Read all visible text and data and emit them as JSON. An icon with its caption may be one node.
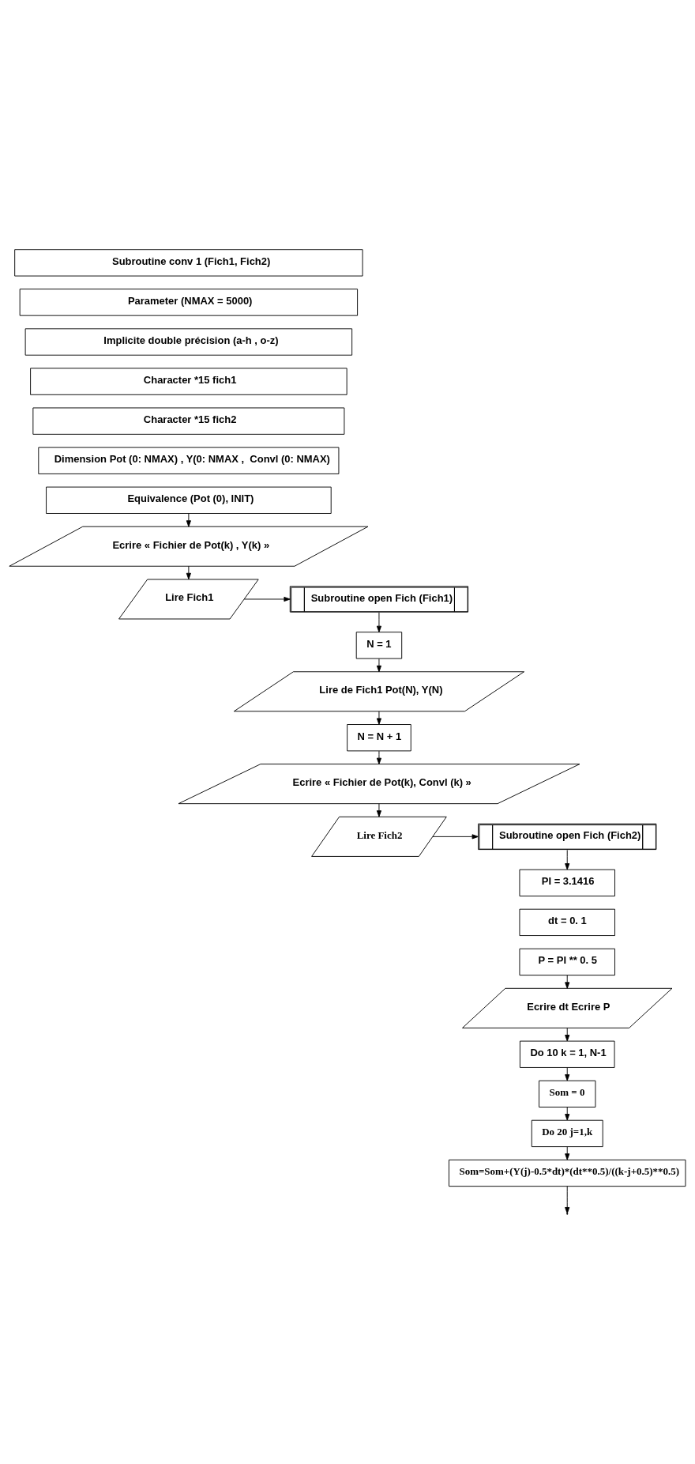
{
  "diagram": {
    "nodes": [
      {
        "text": [
          "Subroutine conv 1 (Fich1, Fich2)"
        ]
      },
      {
        "text": [
          "Parameter (NMAX = 5000)"
        ]
      },
      {
        "text": [
          "Implicite double précision (a-h , o-z)"
        ]
      },
      {
        "text": [
          "Character *15 fich1"
        ]
      },
      {
        "text": [
          "Character *15 fich2"
        ]
      },
      {
        "text": [
          "Dimension Pot (0: NMAX) , Y(0: NMAX ,  Convl (0: NMAX)"
        ]
      },
      {
        "text": [
          "Equivalence (Pot (0), INIT)"
        ]
      },
      {
        "text": [
          "Ecrire « Fichier de Pot(k) , Y(k) »"
        ]
      },
      {
        "text": [
          "Lire Fich1"
        ]
      },
      {
        "text": [
          "Subroutine open Fich (Fich1)"
        ]
      },
      {
        "text": [
          "N = 1"
        ]
      },
      {
        "text": [
          "Lire de Fich1 Pot(N), Y(N)"
        ]
      },
      {
        "text": [
          "N = N + 1"
        ]
      },
      {
        "text": [
          "Ecrire « Fichier de Pot(k), Convl (k) »"
        ]
      },
      {
        "text": [
          "Lire Fich2"
        ]
      },
      {
        "text": [
          "Subroutine open Fich (Fich2)"
        ]
      },
      {
        "text": [
          "PI = 3.1416"
        ]
      },
      {
        "text": [
          "dt = 0. 1"
        ]
      },
      {
        "text": [
          "P = PI ** 0. 5"
        ]
      },
      {
        "text": [
          "Ecrire dt Ecrire P"
        ]
      },
      {
        "text": [
          "Do 10 k = 1, N-1"
        ]
      },
      {
        "text": [
          "Som = 0"
        ]
      },
      {
        "text": [
          "Do 20 j=1,k"
        ]
      },
      {
        "text": [
          "Som=Som+(Y(j)-0.5*dt)*(dt**0.5)/((k-j+0.5)**0.5)"
        ]
      }
    ],
    "edges": [
      {
        "from": 6,
        "to": 7,
        "arrow": "to"
      },
      {
        "from": 7,
        "to": 8,
        "arrow": "to"
      },
      {
        "from": 8,
        "to": 9,
        "arrow": "to"
      },
      {
        "from": 9,
        "to": 10,
        "arrow": "to"
      },
      {
        "from": 10,
        "to": 11,
        "arrow": "to"
      },
      {
        "from": 11,
        "to": 12,
        "arrow": "to"
      },
      {
        "from": 12,
        "to": 13,
        "arrow": "to"
      },
      {
        "from": 13,
        "to": 14,
        "arrow": "to"
      },
      {
        "from": 14,
        "to": 15,
        "arrow": "to"
      },
      {
        "from": 15,
        "to": 16,
        "arrow": "to"
      },
      {
        "from": 18,
        "to": 19,
        "arrow": "to"
      },
      {
        "from": 19,
        "to": 20,
        "arrow": "to"
      },
      {
        "from": 20,
        "to": 21,
        "arrow": "to"
      },
      {
        "from": 21,
        "to": 22,
        "arrow": "to"
      },
      {
        "from": 22,
        "to": 23,
        "arrow": "to"
      },
      {
        "from": 23,
        "to": null,
        "arrow": "to"
      }
    ]
  }
}
